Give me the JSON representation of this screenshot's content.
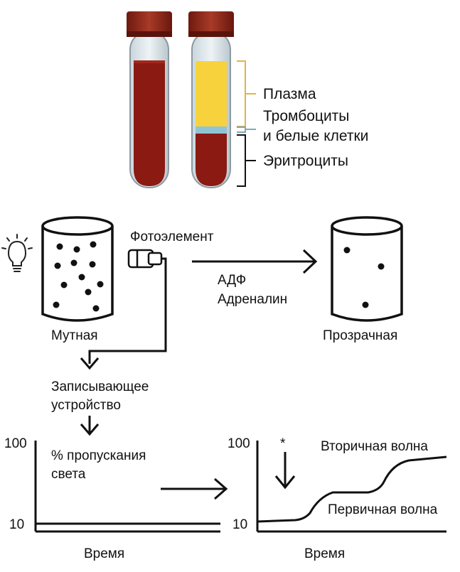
{
  "tubes": {
    "labels": {
      "plasma": "Плазма",
      "buffy_line1": "Тромбоциты",
      "buffy_line2": "и белые клетки",
      "rbc": "Эритроциты"
    },
    "colors": {
      "cap": "#8e2418",
      "blood": "#8b1a12",
      "plasma": "#f7d23c",
      "buffy": "#8fc4d6",
      "bracket": "#e0b54a"
    }
  },
  "aggregometry": {
    "before_label": "Мутная",
    "after_label": "Прозрачная",
    "photocell_label": "Фотоэлемент",
    "agonist_line1": "АДФ",
    "agonist_line2": "Адреналин",
    "recorder_line1": "Записывающее",
    "recorder_line2": "устройство",
    "bulb_icon": "lightbulb-icon"
  },
  "graph_left": {
    "ylabel_line1": "% пропускания",
    "ylabel_line2": "света",
    "y_top": "100",
    "y_bottom": "10",
    "xlabel": "Время"
  },
  "graph_right": {
    "y_top": "100",
    "y_bottom": "10",
    "xlabel": "Время",
    "marker": "*",
    "secondary_label": "Вторичная волна",
    "primary_label": "Первичная волна"
  }
}
